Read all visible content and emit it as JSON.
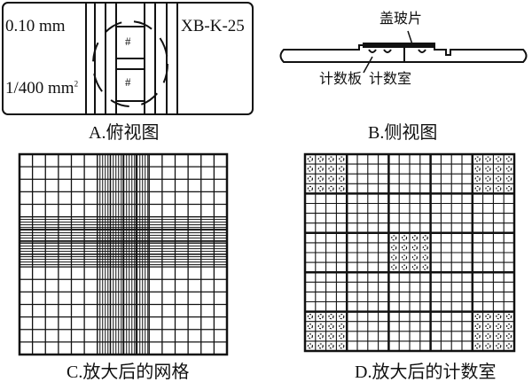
{
  "panel_a": {
    "caption": "A.俯视图",
    "depth_label": "0.10 mm",
    "area_label": "1/400 mm",
    "area_sup": "2",
    "model_label": "XB-K-25",
    "grid_mark": "#"
  },
  "panel_b": {
    "caption": "B.侧视图",
    "cover_slip_label": "盖玻片",
    "board_label": "计数板",
    "chamber_label": "计数室"
  },
  "panel_c": {
    "caption": "C.放大后的网格"
  },
  "panel_d": {
    "caption": "D.放大后的计数室"
  }
}
